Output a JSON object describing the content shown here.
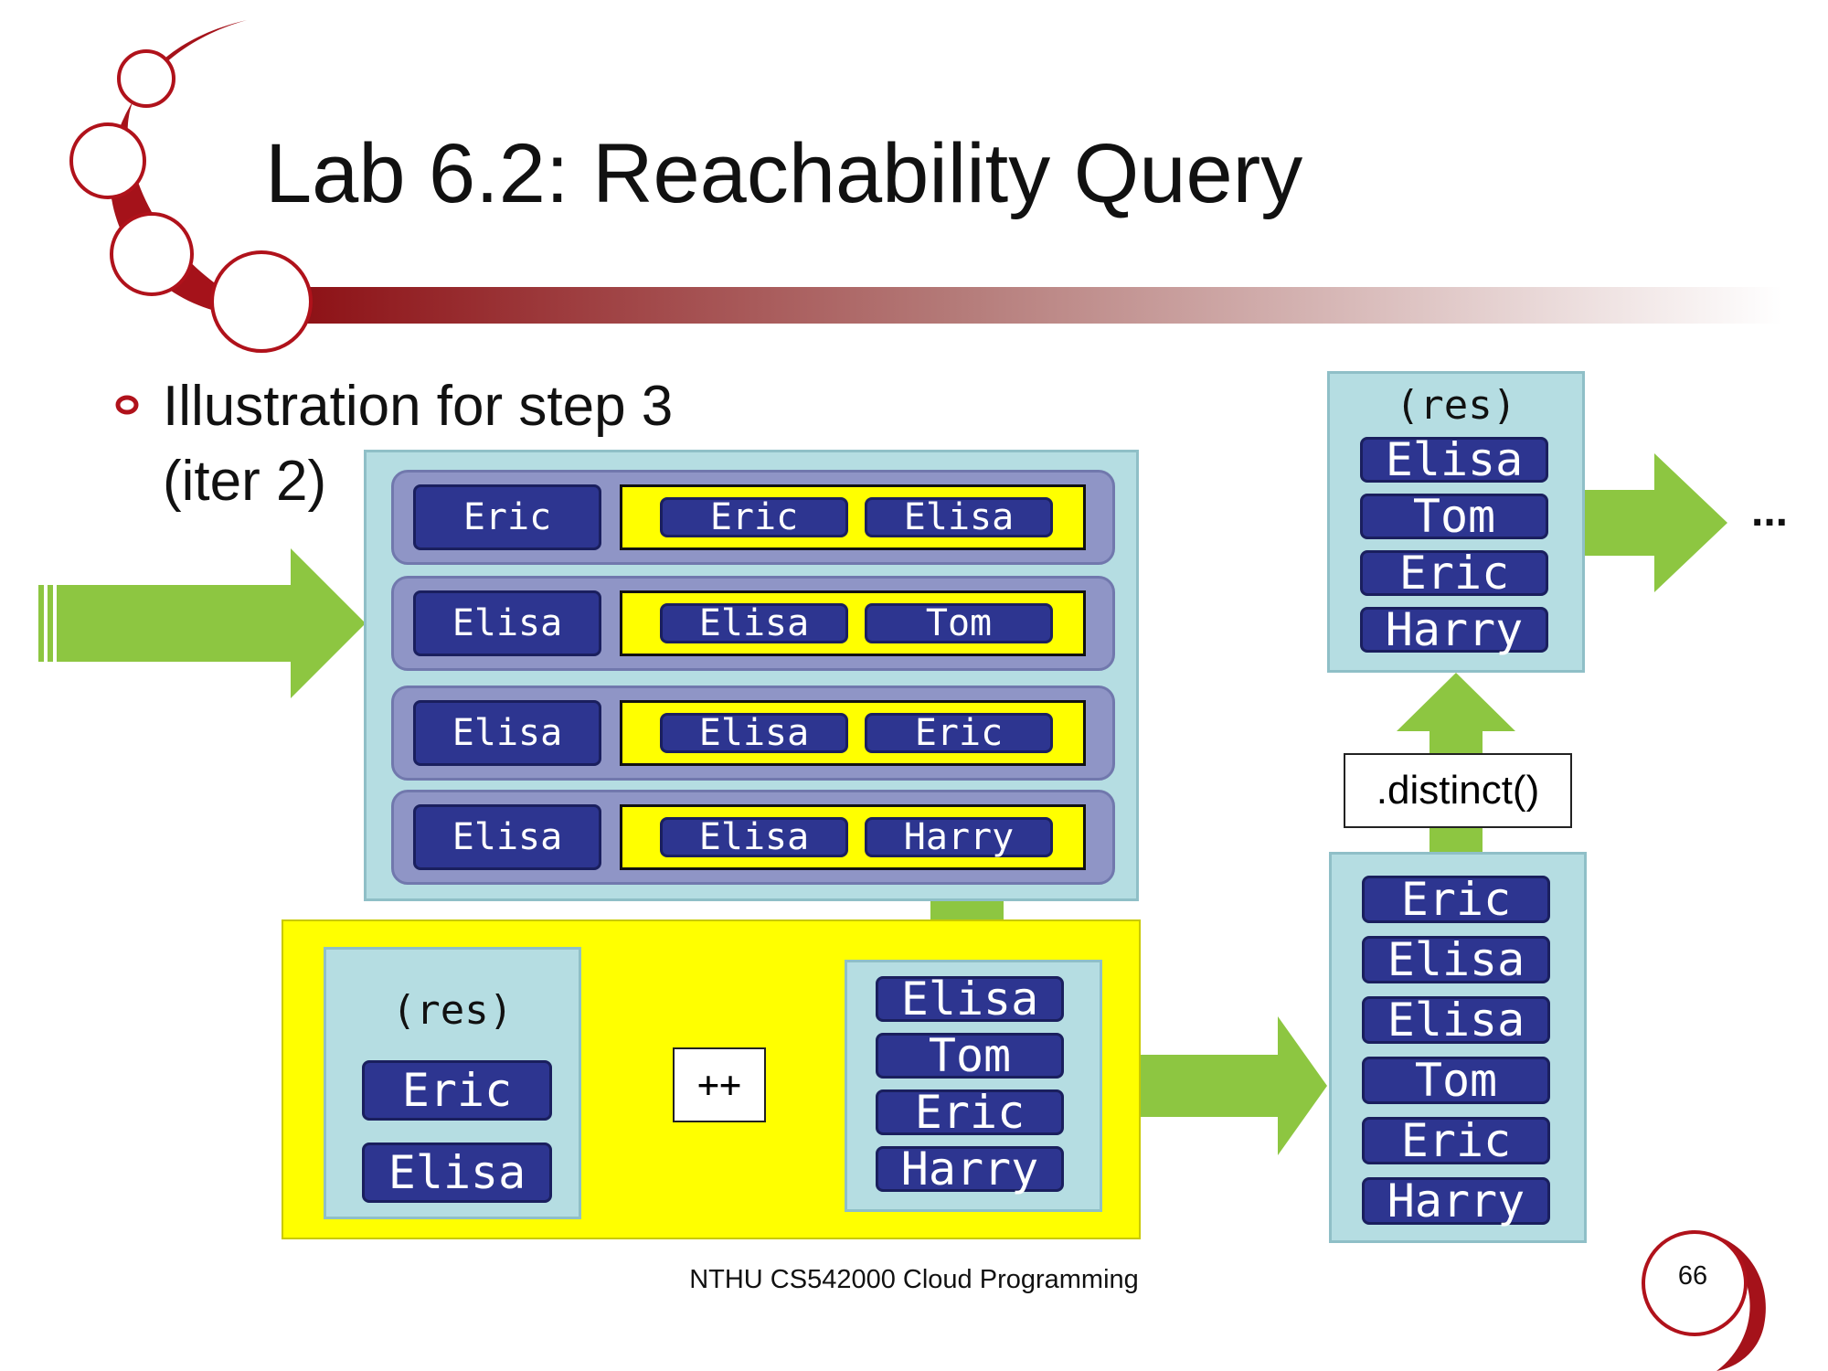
{
  "slide": {
    "title": "Lab 6.2: Reachability Query",
    "bullet_line1": "Illustration for step 3",
    "bullet_line2": "(iter 2)",
    "footer": "NTHU CS542000 Cloud Programming",
    "page_number": "66"
  },
  "colors": {
    "accent_red": "#b0121b",
    "arrow_green": "#8dc641",
    "panel_blue": "#b5dde2",
    "pill_navy": "#2d3590",
    "highlight_yellow": "#ffff00"
  },
  "diagram": {
    "rows": [
      {
        "key": "Eric",
        "pair": [
          "Eric",
          "Elisa"
        ]
      },
      {
        "key": "Elisa",
        "pair": [
          "Elisa",
          "Tom"
        ]
      },
      {
        "key": "Elisa",
        "pair": [
          "Elisa",
          "Eric"
        ]
      },
      {
        "key": "Elisa",
        "pair": [
          "Elisa",
          "Harry"
        ]
      }
    ],
    "res_left": {
      "label": "(res)",
      "items": [
        "Eric",
        "Elisa"
      ]
    },
    "concat_op": "++",
    "new_items": [
      "Elisa",
      "Tom",
      "Eric",
      "Harry"
    ],
    "combined": [
      "Eric",
      "Elisa",
      "Elisa",
      "Tom",
      "Eric",
      "Harry"
    ],
    "distinct_op": ".distinct()",
    "res_right": {
      "label": "(res)",
      "items": [
        "Elisa",
        "Tom",
        "Eric",
        "Harry"
      ]
    },
    "continuation": "..."
  }
}
